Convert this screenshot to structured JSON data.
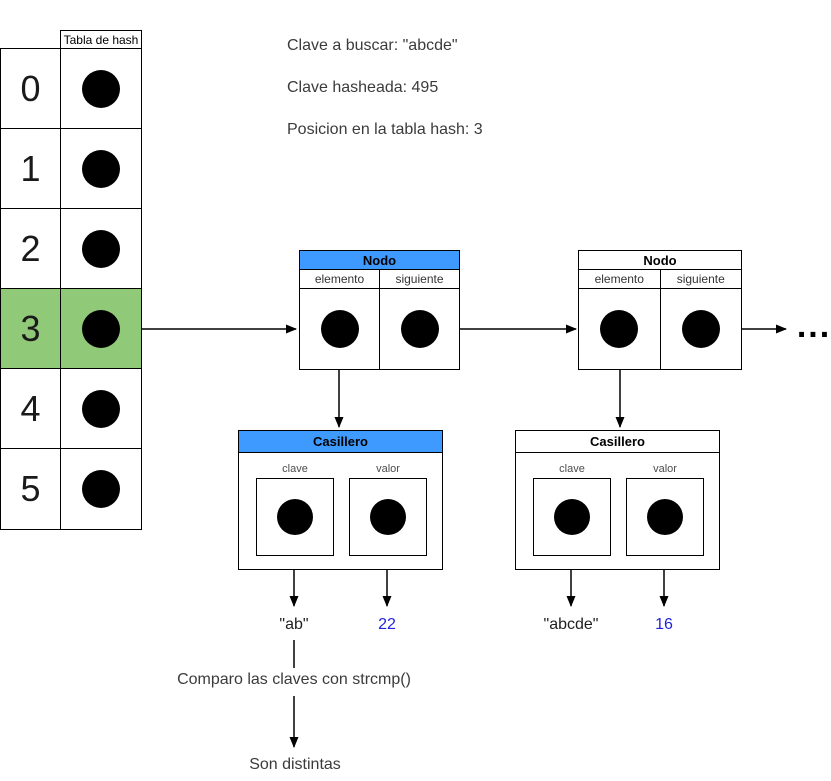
{
  "info": {
    "search_key": "Clave a buscar: \"abcde\"",
    "hashed_key": "Clave hasheada: 495",
    "table_position": "Posicion en la tabla hash: 3"
  },
  "hash_table": {
    "title": "Tabla de hash",
    "highlighted_index": "3",
    "rows": [
      {
        "index": "0"
      },
      {
        "index": "1"
      },
      {
        "index": "2"
      },
      {
        "index": "3"
      },
      {
        "index": "4"
      },
      {
        "index": "5"
      }
    ]
  },
  "nodes": [
    {
      "title": "Nodo",
      "field1": "elemento",
      "field2": "siguiente"
    },
    {
      "title": "Nodo",
      "field1": "elemento",
      "field2": "siguiente"
    }
  ],
  "buckets": [
    {
      "title": "Casillero",
      "field1": "clave",
      "field2": "valor",
      "key_value": "\"ab\"",
      "stored_value": "22"
    },
    {
      "title": "Casillero",
      "field1": "clave",
      "field2": "valor",
      "key_value": "\"abcde\"",
      "stored_value": "16"
    }
  ],
  "ellipsis": "...",
  "footer": {
    "compare_text": "Comparo las claves con strcmp()",
    "result_text": "Son distintas"
  },
  "colors": {
    "header_blue": "#3e9aff",
    "highlight_green": "#90c978",
    "value_blue": "#2222dd"
  }
}
